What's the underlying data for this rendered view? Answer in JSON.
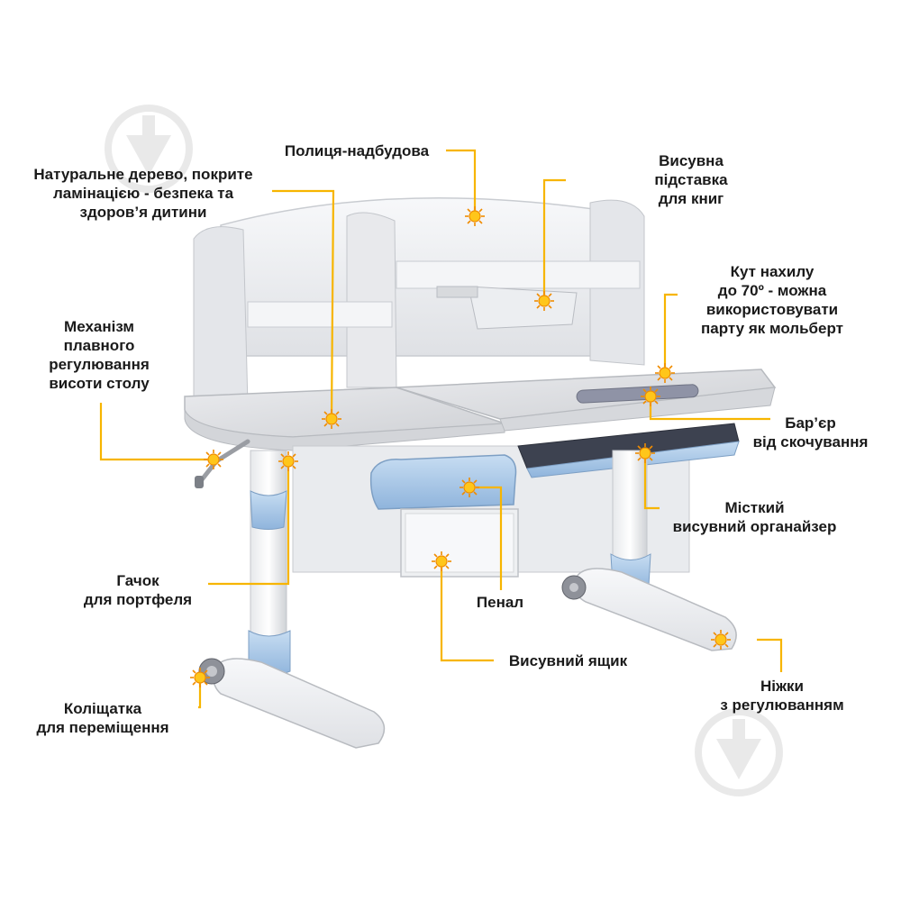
{
  "labels": {
    "shelf": "Полиця-надбудова",
    "wood": "Натуральне дерево, покрите\nламінацією - безпека та\nздоров’я дитини",
    "book_stand": "Висувна\nпідставка\nдля книг",
    "tilt": "Кут нахилу\nдо 70º - можна\nвикористовувати\nпарту як мольберт",
    "height_mech": "Механізм\nплавного\nрегулювання\nвисоти столу",
    "barrier": "Бар’єр\nвід скочування",
    "organizer": "Місткий\nвисувний органайзер",
    "hook": "Гачок\nдля портфеля",
    "pencil_case": "Пенал",
    "drawer": "Висувний ящик",
    "legs": "Ніжки\nз регулюванням",
    "wheels": "Коліщатка\nдля переміщення"
  },
  "colors": {
    "accent": "#f5b400",
    "marker_fill": "#ffc61a",
    "marker_ray": "#f08c00",
    "desk_white": "#f1f2f4",
    "desk_grey": "#d4d6da",
    "desk_blue": "#a9c8e8",
    "line": "#f7b500"
  }
}
